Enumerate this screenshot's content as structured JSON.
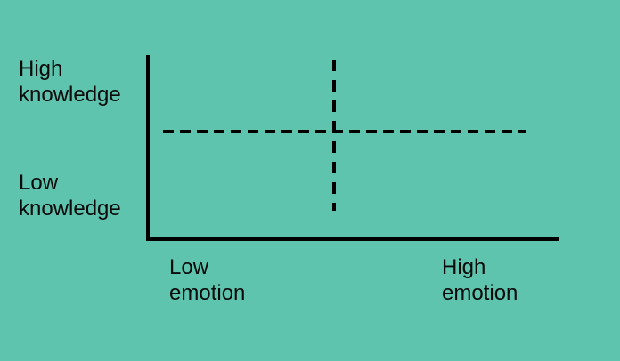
{
  "figure": {
    "background_color": "#5ec4ae",
    "line_color": "#000000",
    "text_color": "#0a0a0a"
  },
  "axes": {
    "y_axis_name": "knowledge-axis",
    "x_axis_name": "emotion-axis"
  },
  "labels": {
    "y_high": "High\nknowledge",
    "y_low": "Low\nknowledge",
    "x_low": "Low\nemotion",
    "x_high": "High\nemotion"
  },
  "chart_data": {
    "type": "scatter",
    "title": "",
    "subtitle": "",
    "xlabel": "emotion",
    "ylabel": "knowledge",
    "xlim": [
      0,
      1
    ],
    "ylim": [
      0,
      1
    ],
    "grid": false,
    "legend": null,
    "series": [],
    "x_tick_labels": [
      "Low emotion",
      "High emotion"
    ],
    "y_tick_labels": [
      "Low knowledge",
      "High knowledge"
    ],
    "annotations": [
      {
        "name": "horizontal-quadrant-divider",
        "style": "dashed",
        "orientation": "horizontal",
        "value": 0.58
      },
      {
        "name": "vertical-quadrant-divider",
        "style": "dashed",
        "orientation": "vertical",
        "value": 0.45
      }
    ]
  }
}
